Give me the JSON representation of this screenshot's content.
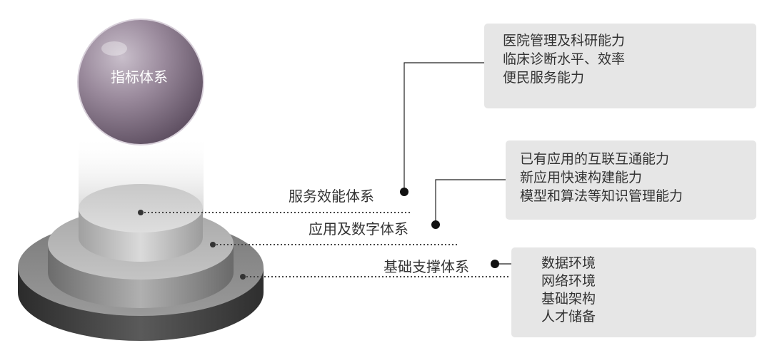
{
  "sphere": {
    "label": "指标体系"
  },
  "tiers": [
    {
      "label": "服务效能体系",
      "items": [
        "医院管理及科研能力",
        "临床诊断水平、效率",
        "便民服务能力"
      ]
    },
    {
      "label": "应用及数字体系",
      "items": [
        "已有应用的互联互通能力",
        "新应用快速构建能力",
        "模型和算法等知识管理能力"
      ]
    },
    {
      "label": "基础支撑体系",
      "items": [
        "数据环境",
        "网络环境",
        "基础架构",
        "人才储备"
      ]
    }
  ],
  "colors": {
    "box_bg": "#e6e6e6",
    "text": "#333333",
    "sphere": "#8f7d90",
    "dot": "#111111"
  }
}
